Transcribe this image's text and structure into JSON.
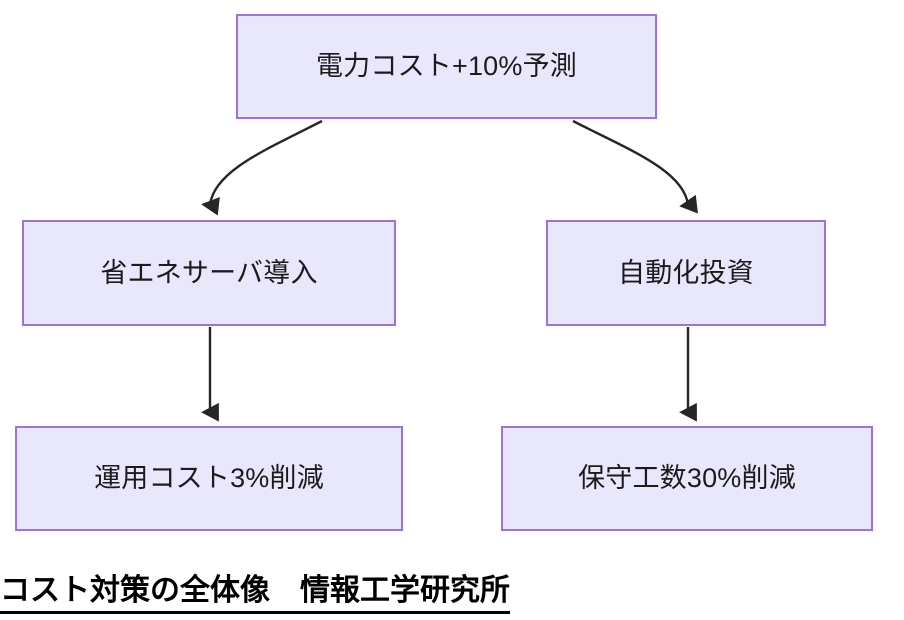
{
  "diagram": {
    "type": "flowchart",
    "direction": "top-down",
    "nodes": [
      {
        "id": "forecast",
        "label": "電力コスト+10%予測",
        "level": 0,
        "column": "center"
      },
      {
        "id": "server",
        "label": "省エネサーバ導入",
        "level": 1,
        "column": "left"
      },
      {
        "id": "automation",
        "label": "自動化投資",
        "level": 1,
        "column": "right"
      },
      {
        "id": "opcost",
        "label": "運用コスト3%削減",
        "level": 2,
        "column": "left"
      },
      {
        "id": "maintenance",
        "label": "保守工数30%削減",
        "level": 2,
        "column": "right"
      }
    ],
    "edges": [
      {
        "from": "forecast",
        "to": "server",
        "style": "curved",
        "arrowhead": "solid-triangle"
      },
      {
        "from": "forecast",
        "to": "automation",
        "style": "curved",
        "arrowhead": "solid-triangle"
      },
      {
        "from": "server",
        "to": "opcost",
        "style": "straight",
        "arrowhead": "solid-triangle"
      },
      {
        "from": "automation",
        "to": "maintenance",
        "style": "straight",
        "arrowhead": "solid-triangle"
      }
    ]
  },
  "caption": {
    "text": "コスト対策の全体像　情報工学研究所",
    "underlined": true,
    "bold": true
  },
  "colors": {
    "node_fill": "#e9e7fb",
    "node_border": "#9a74d8",
    "node_text": "#1b1b1b",
    "edge": "#262626",
    "caption_text": "#000000",
    "background": "#ffffff"
  }
}
